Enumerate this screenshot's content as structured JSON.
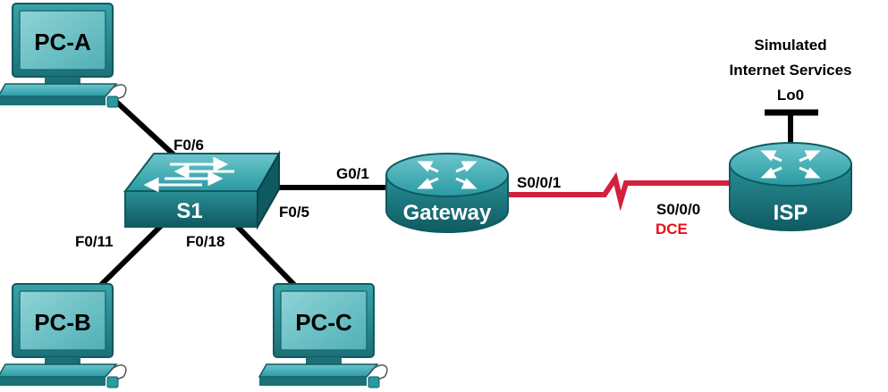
{
  "colors": {
    "link": "#000000",
    "serial_link": "#d3203c",
    "dce": "#e8101a",
    "device_teal": "#2a8f96",
    "device_dark": "#145f66"
  },
  "devices": {
    "pc_a": {
      "name": "PC-A",
      "icon": "pc-icon"
    },
    "pc_b": {
      "name": "PC-B",
      "icon": "pc-icon"
    },
    "pc_c": {
      "name": "PC-C",
      "icon": "pc-icon"
    },
    "switch": {
      "name": "S1",
      "icon": "switch-icon"
    },
    "gateway": {
      "name": "Gateway",
      "icon": "router-icon"
    },
    "isp": {
      "name": "ISP",
      "icon": "router-icon"
    }
  },
  "interfaces": {
    "s1_f0_6": "F0/6",
    "s1_f0_11": "F0/11",
    "s1_f0_18": "F0/18",
    "s1_f0_5": "F0/5",
    "gw_g0_1": "G0/1",
    "gw_s0_0_1": "S0/0/1",
    "isp_s0_0_0": "S0/0/0",
    "dce": "DCE",
    "loopback": "Lo0"
  },
  "internet": {
    "line1": "Simulated",
    "line2": "Internet Services"
  }
}
